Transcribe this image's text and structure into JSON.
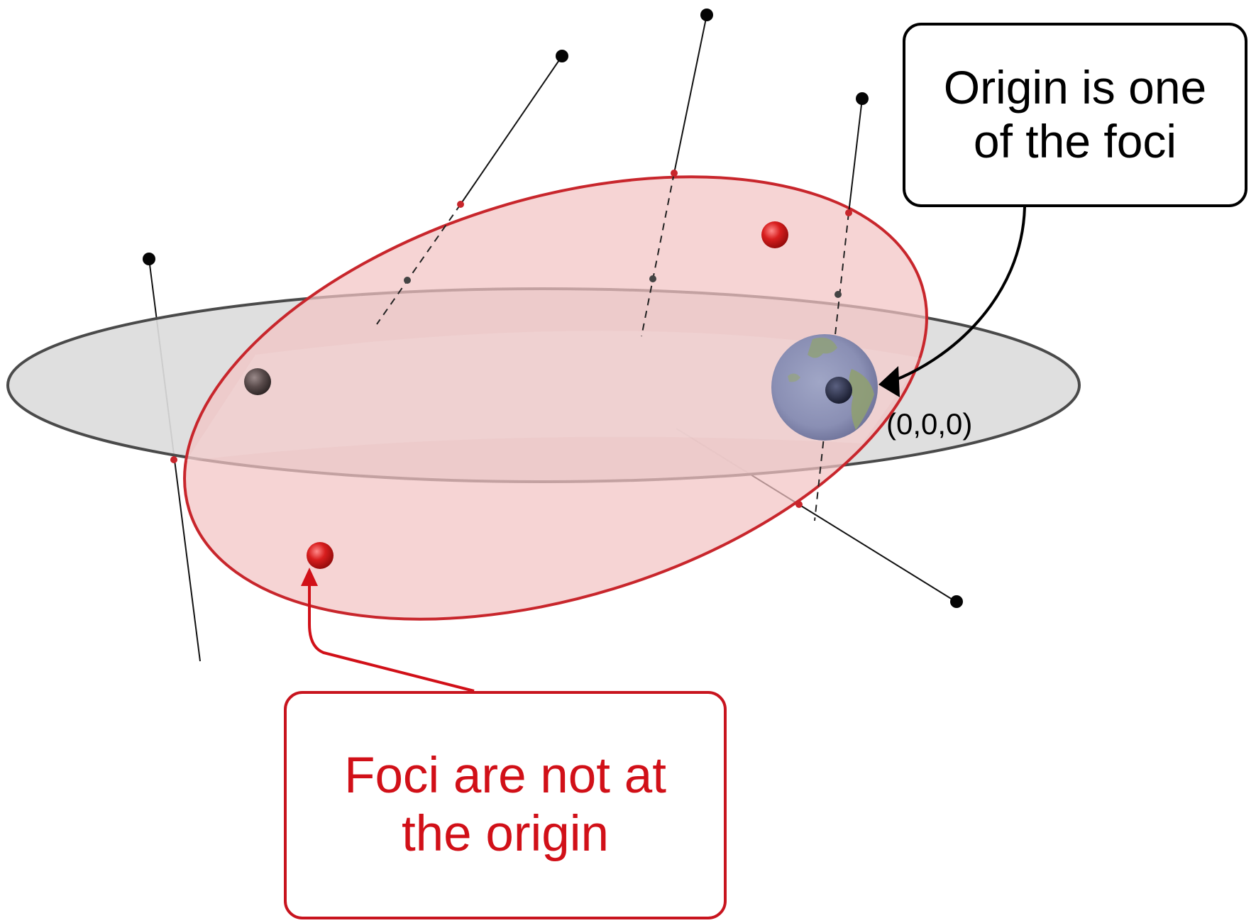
{
  "callouts": {
    "origin": {
      "line1": "Origin is one",
      "line2": "of the foci"
    },
    "foci": {
      "line1": "Foci are not at",
      "line2": "the origin"
    }
  },
  "labels": {
    "origin_coord": "(0,0,0)"
  },
  "colors": {
    "orbit_fill": "#f2c4c4",
    "orbit_stroke": "#c8262c",
    "plane_fill": "#dcdcdc",
    "plane_stroke": "#4a4a4a",
    "focus_red": "#d51a1a",
    "foci_callout": "#d11018",
    "origin_callout": "#000000"
  },
  "icons": [
    "earth-icon",
    "focus-marker-red",
    "focus-marker-dark"
  ]
}
